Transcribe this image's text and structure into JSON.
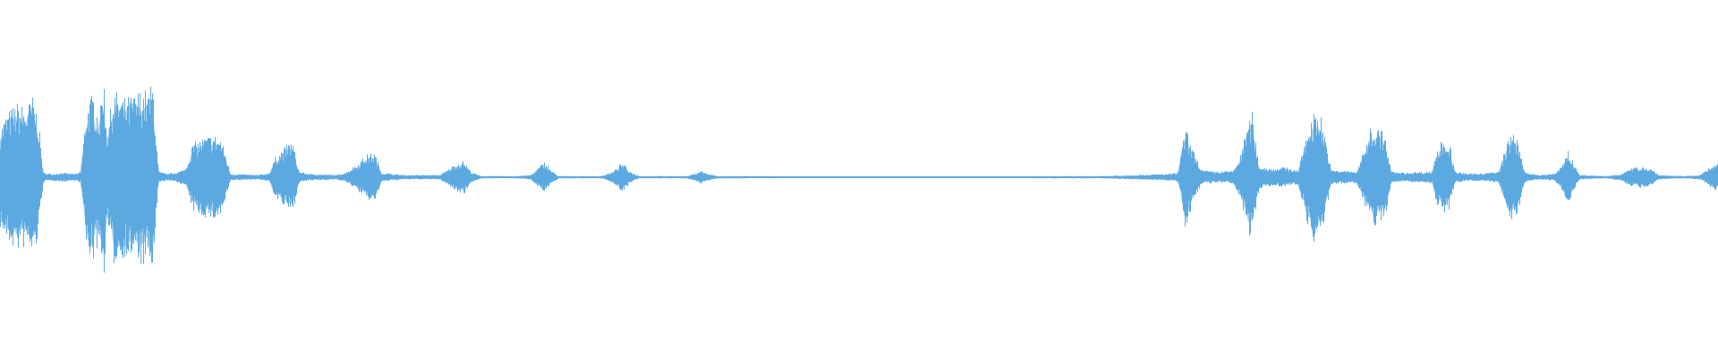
{
  "waveform": {
    "color": "#5ca9e1",
    "background": "#ffffff",
    "amplitude_envelope": [
      [
        0.0,
        0.45
      ],
      [
        0.004,
        0.58
      ],
      [
        0.01,
        0.66
      ],
      [
        0.015,
        0.62
      ],
      [
        0.019,
        0.72
      ],
      [
        0.022,
        0.55
      ],
      [
        0.025,
        0.04
      ],
      [
        0.03,
        0.03
      ],
      [
        0.036,
        0.04
      ],
      [
        0.044,
        0.03
      ],
      [
        0.047,
        0.05
      ],
      [
        0.05,
        0.62
      ],
      [
        0.054,
        0.75
      ],
      [
        0.058,
        0.55
      ],
      [
        0.06,
        0.97
      ],
      [
        0.062,
        0.4
      ],
      [
        0.066,
        0.78
      ],
      [
        0.072,
        0.7
      ],
      [
        0.078,
        0.73
      ],
      [
        0.083,
        0.8
      ],
      [
        0.086,
        0.75
      ],
      [
        0.089,
        0.86
      ],
      [
        0.092,
        0.05
      ],
      [
        0.097,
        0.03
      ],
      [
        0.104,
        0.05
      ],
      [
        0.108,
        0.08
      ],
      [
        0.112,
        0.3
      ],
      [
        0.118,
        0.35
      ],
      [
        0.124,
        0.38
      ],
      [
        0.128,
        0.36
      ],
      [
        0.131,
        0.22
      ],
      [
        0.134,
        0.03
      ],
      [
        0.15,
        0.02
      ],
      [
        0.157,
        0.04
      ],
      [
        0.16,
        0.18
      ],
      [
        0.165,
        0.26
      ],
      [
        0.17,
        0.33
      ],
      [
        0.174,
        0.05
      ],
      [
        0.18,
        0.03
      ],
      [
        0.196,
        0.02
      ],
      [
        0.202,
        0.05
      ],
      [
        0.208,
        0.12
      ],
      [
        0.213,
        0.2
      ],
      [
        0.218,
        0.22
      ],
      [
        0.222,
        0.04
      ],
      [
        0.235,
        0.02
      ],
      [
        0.256,
        0.02
      ],
      [
        0.26,
        0.06
      ],
      [
        0.265,
        0.12
      ],
      [
        0.27,
        0.15
      ],
      [
        0.274,
        0.05
      ],
      [
        0.28,
        0.01
      ],
      [
        0.3,
        0.01
      ],
      [
        0.309,
        0.02
      ],
      [
        0.313,
        0.08
      ],
      [
        0.317,
        0.14
      ],
      [
        0.321,
        0.06
      ],
      [
        0.325,
        0.01
      ],
      [
        0.35,
        0.01
      ],
      [
        0.357,
        0.05
      ],
      [
        0.362,
        0.13
      ],
      [
        0.367,
        0.05
      ],
      [
        0.372,
        0.01
      ],
      [
        0.4,
        0.01
      ],
      [
        0.404,
        0.03
      ],
      [
        0.408,
        0.06
      ],
      [
        0.412,
        0.03
      ],
      [
        0.418,
        0.01
      ],
      [
        0.48,
        0.008
      ],
      [
        0.56,
        0.008
      ],
      [
        0.64,
        0.01
      ],
      [
        0.66,
        0.02
      ],
      [
        0.68,
        0.03
      ],
      [
        0.686,
        0.04
      ],
      [
        0.69,
        0.45
      ],
      [
        0.694,
        0.26
      ],
      [
        0.7,
        0.06
      ],
      [
        0.71,
        0.05
      ],
      [
        0.718,
        0.06
      ],
      [
        0.722,
        0.18
      ],
      [
        0.726,
        0.45
      ],
      [
        0.729,
        0.58
      ],
      [
        0.733,
        0.1
      ],
      [
        0.74,
        0.08
      ],
      [
        0.748,
        0.09
      ],
      [
        0.756,
        0.06
      ],
      [
        0.76,
        0.35
      ],
      [
        0.764,
        0.55
      ],
      [
        0.768,
        0.62
      ],
      [
        0.771,
        0.42
      ],
      [
        0.775,
        0.06
      ],
      [
        0.782,
        0.06
      ],
      [
        0.79,
        0.05
      ],
      [
        0.795,
        0.28
      ],
      [
        0.798,
        0.46
      ],
      [
        0.802,
        0.44
      ],
      [
        0.806,
        0.4
      ],
      [
        0.81,
        0.05
      ],
      [
        0.818,
        0.04
      ],
      [
        0.828,
        0.05
      ],
      [
        0.834,
        0.05
      ],
      [
        0.836,
        0.22
      ],
      [
        0.84,
        0.35
      ],
      [
        0.844,
        0.31
      ],
      [
        0.847,
        0.05
      ],
      [
        0.855,
        0.03
      ],
      [
        0.866,
        0.04
      ],
      [
        0.873,
        0.05
      ],
      [
        0.876,
        0.25
      ],
      [
        0.88,
        0.39
      ],
      [
        0.884,
        0.33
      ],
      [
        0.888,
        0.04
      ],
      [
        0.896,
        0.02
      ],
      [
        0.905,
        0.03
      ],
      [
        0.909,
        0.1
      ],
      [
        0.913,
        0.24
      ],
      [
        0.917,
        0.1
      ],
      [
        0.92,
        0.02
      ],
      [
        0.935,
        0.01
      ],
      [
        0.944,
        0.03
      ],
      [
        0.95,
        0.08
      ],
      [
        0.957,
        0.1
      ],
      [
        0.962,
        0.07
      ],
      [
        0.966,
        0.02
      ],
      [
        0.98,
        0.01
      ],
      [
        0.99,
        0.02
      ],
      [
        0.995,
        0.08
      ],
      [
        1.0,
        0.12
      ]
    ]
  }
}
